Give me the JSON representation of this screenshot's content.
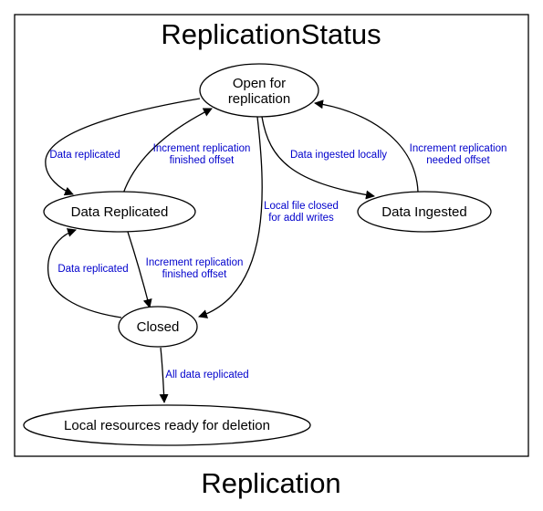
{
  "diagram": {
    "title": "ReplicationStatus",
    "caption": "Replication",
    "colors": {
      "edge_label": "#0000cc",
      "stroke": "#000000"
    },
    "nodes": {
      "open": {
        "line1": "Open for",
        "line2": "replication"
      },
      "replicated": {
        "label": "Data Replicated"
      },
      "ingested": {
        "label": "Data Ingested"
      },
      "closed": {
        "label": "Closed"
      },
      "ready": {
        "label": "Local resources ready for deletion"
      }
    },
    "edges": {
      "open_to_replicated": {
        "line1": "Data replicated"
      },
      "replicated_to_open": {
        "line1": "Increment replication",
        "line2": "finished offset"
      },
      "open_to_ingested": {
        "line1": "Data ingested locally"
      },
      "ingested_to_open": {
        "line1": "Increment replication",
        "line2": "needed offset"
      },
      "open_to_closed": {
        "line1": "Local file closed",
        "line2": "for addl writes"
      },
      "replicated_to_closed": {
        "line1": "Increment replication",
        "line2": "finished offset"
      },
      "closed_to_replicated": {
        "line1": "Data replicated"
      },
      "closed_to_ready": {
        "line1": "All data replicated"
      }
    }
  }
}
